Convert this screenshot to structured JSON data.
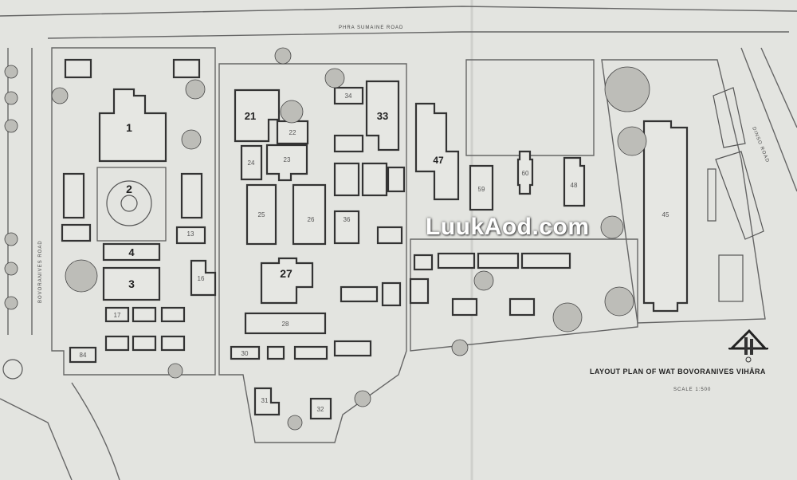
{
  "map": {
    "title": "LAYOUT PLAN OF WAT BOVORANIVES VIHĀRA",
    "scale": "SCALE 1:500",
    "watermark": "LuukAod.com",
    "roads": {
      "top": "PHRA SUMAINE ROAD",
      "left": "BOVORANIVES ROAD",
      "right": "DINSO ROAD"
    },
    "buildings": {
      "b1": "1",
      "b2": "2",
      "b3": "3",
      "b4": "4",
      "b21": "21",
      "b22": "22",
      "b23": "23",
      "b24": "24",
      "b25": "25",
      "b26": "26",
      "b27": "27",
      "b28": "28",
      "b33": "33",
      "b34": "34",
      "b36": "36",
      "b47": "47",
      "b59": "59",
      "b60": "60",
      "b48": "48",
      "b45": "45",
      "b30": "30",
      "b31": "31",
      "b32": "32",
      "b13": "13",
      "b16": "16",
      "b17": "17",
      "b84": "84"
    },
    "north_arrow_icon": "north-arrow-icon"
  }
}
